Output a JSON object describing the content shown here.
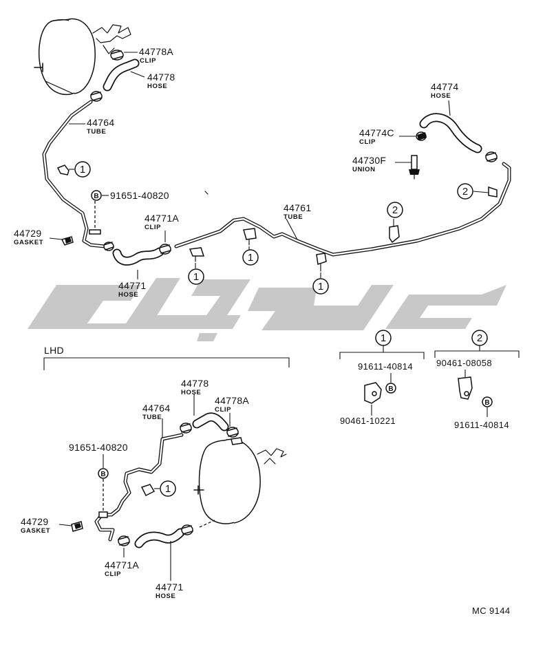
{
  "parts": [
    {
      "number": "44778A",
      "name": "CLIP"
    },
    {
      "number": "44778",
      "name": "HOSE"
    },
    {
      "number": "44764",
      "name": "TUBE"
    },
    {
      "number": "91651-40820",
      "name": ""
    },
    {
      "number": "44729",
      "name": "GASKET"
    },
    {
      "number": "44771A",
      "name": "CLIP"
    },
    {
      "number": "44771",
      "name": "HOSE"
    },
    {
      "number": "44761",
      "name": "TUBE"
    },
    {
      "number": "44774",
      "name": "HOSE"
    },
    {
      "number": "44774C",
      "name": "CLIP"
    },
    {
      "number": "44730F",
      "name": "UNION"
    }
  ],
  "lhd": {
    "label": "LHD",
    "parts": [
      {
        "number": "44778",
        "name": "HOSE"
      },
      {
        "number": "44764",
        "name": "TUBE"
      },
      {
        "number": "44778A",
        "name": "CLIP"
      },
      {
        "number": "91651-40820",
        "name": ""
      },
      {
        "number": "44729",
        "name": "GASKET"
      },
      {
        "number": "44771A",
        "name": "CLIP"
      },
      {
        "number": "44771",
        "name": "HOSE"
      }
    ]
  },
  "callouts": {
    "one": "1",
    "two": "2",
    "bolt": "B"
  },
  "kits": [
    {
      "ref": "1",
      "top": "91611-40814",
      "bottom": "90461-10221"
    },
    {
      "ref": "2",
      "top": "90461-08058",
      "bottom": "91611-40814"
    }
  ],
  "code": "MC 9144"
}
